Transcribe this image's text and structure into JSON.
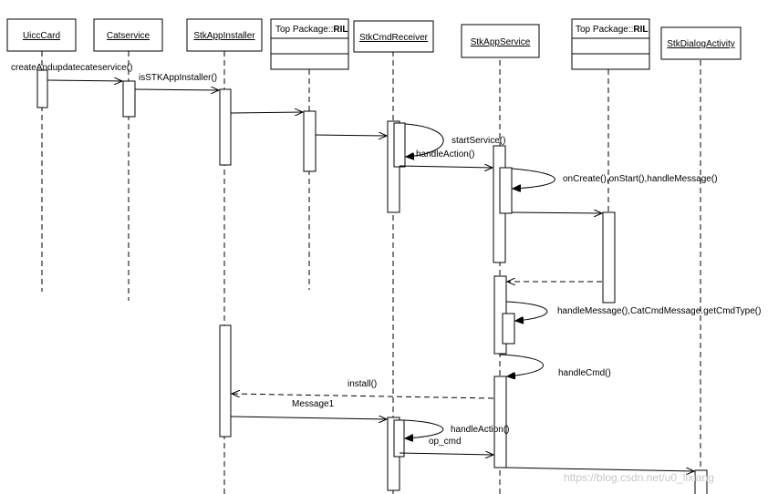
{
  "participants": {
    "uicccard": "UiccCard",
    "catservice": "Catservice",
    "stkappinstaller": "StkAppInstaller",
    "ril_prefix": "Top Package::",
    "ril_name": "RIL",
    "stkcmdreceiver": "StkCmdReceiver",
    "stkappservice": "StkAppService",
    "ril2_prefix": "Top Package::",
    "ril2_name": "RIL",
    "stkdialogactivity": "StkDialogActivity"
  },
  "messages": {
    "m1": "createAndupdatecateservice()",
    "m2": "isSTKAppInstaller()",
    "m3": "startService()",
    "m4": "handleAction()",
    "m5": "onCreate(),onStart(),handleMessage()",
    "m6": "handleMessage(),CatCmdMessage.getCmdType()",
    "m7": "handleCmd()",
    "m8": "install()",
    "m9": "Message1",
    "m10": "handleAction()",
    "m11": "op_cmd"
  },
  "watermark": "https://blog.csdn.net/u0_lixiang"
}
